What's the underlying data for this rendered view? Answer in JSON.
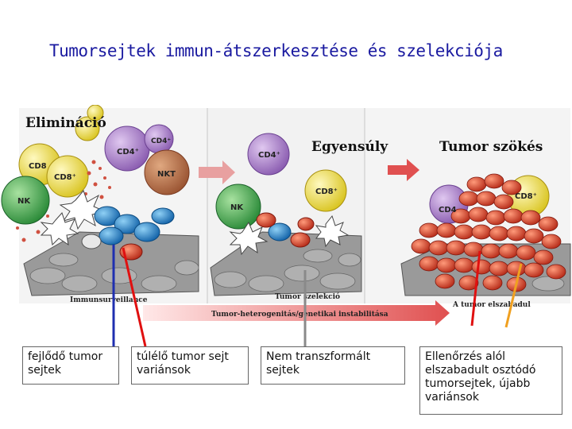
{
  "title": "Tumorsejtek immun-átszerkesztése és szelekciója",
  "phases": {
    "elimination": "Elimináció",
    "equilibrium": "Egyensúly",
    "escape": "Tumor szökés"
  },
  "cells": {
    "cd4": "CD4⁺",
    "cd8": "CD8⁺",
    "cd8_short": "CD8",
    "nk": "NK",
    "nkt": "NKT",
    "cd4_partial": "CD4"
  },
  "bottom_captions": {
    "immunosurveillance": "Immunsurveillance",
    "tumor_selection": "Tumor szelekció",
    "tumor_escapes": "A tumor elszabadul",
    "heterogeneity": "Tumor-heterogenitás/genetikai instabilitása"
  },
  "callouts": [
    {
      "text": "fejlődő tumor sejtek",
      "arrow_color": "#1f2fb0"
    },
    {
      "text": "túlélő tumor sejt variánsok",
      "arrow_color": "#e01010"
    },
    {
      "text": "Nem transzformált sejtek",
      "arrow_color": "#8a8a8a"
    },
    {
      "text": "Ellenőrzés alól elszabadult osztódó tumorsejtek, újabb variánsok",
      "arrow_color": "#e01010"
    }
  ],
  "colors": {
    "title": "#1a1aa0",
    "cd4": "#a77bc8",
    "cd8": "#f1e24a",
    "nk": "#3aa24c",
    "nkt": "#b86d4a",
    "tumor_blue": "#1f7fc9",
    "tumor_red": "#d9432a",
    "normal_cells": "#8d8d8d",
    "phase_arrow": "#e87d7d",
    "orange_arrow": "#f0a020"
  }
}
